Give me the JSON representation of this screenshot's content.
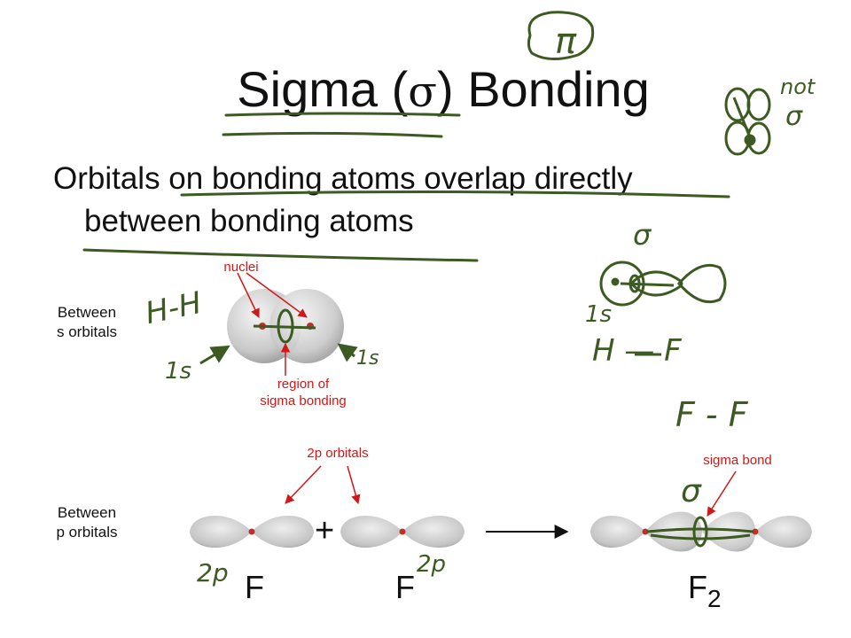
{
  "slide": {
    "title_main": "Sigma (",
    "title_sigma": "σ",
    "title_end": ") Bonding",
    "bullet_line1": "Orbitals on bonding atoms overlap directly",
    "bullet_line2": "between bonding atoms"
  },
  "s_section": {
    "label_line1": "Between",
    "label_line2": "s orbitals",
    "nuclei_label": "nuclei",
    "region_line1": "region of",
    "region_line2": "sigma bonding"
  },
  "p_section": {
    "label_line1": "Between",
    "label_line2": "p orbitals",
    "p_orbitals_label": "2p orbitals",
    "sigma_bond_label": "sigma bond",
    "plus": "+",
    "element_left": "F",
    "element_mid": "F",
    "element_product": "F",
    "product_subscript": "2"
  },
  "annotations": {
    "pi": "π",
    "not": "not",
    "not_sigma": "σ",
    "hh": "H-H",
    "one_s_left": "1s",
    "one_s_right": "1s",
    "sigma_top": "σ",
    "one_s_hf": "1s",
    "h_f_bond": "H — F",
    "f_f": "F - F",
    "sigma_p": "σ",
    "two_p_left": "2p",
    "two_p_mid": "2p"
  },
  "colors": {
    "ink": "#3c5a22",
    "label_red": "#d01818",
    "orbital": "#c8c8c8"
  }
}
